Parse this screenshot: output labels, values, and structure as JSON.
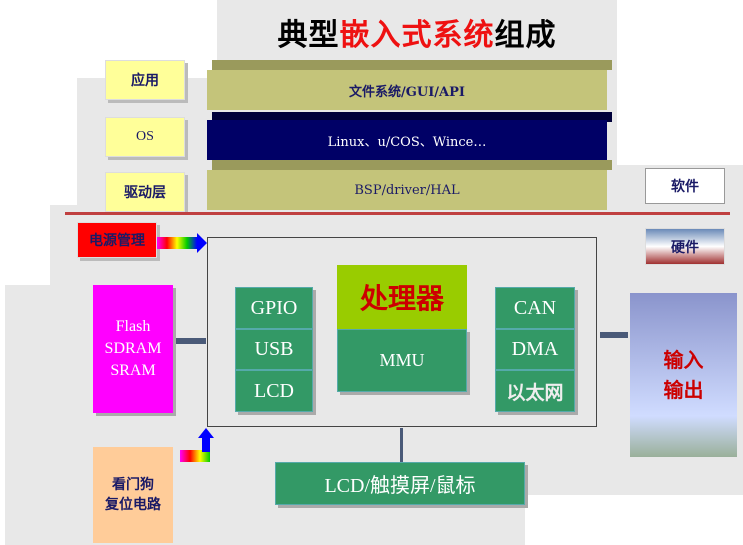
{
  "title": {
    "part1": "典型",
    "part2": "嵌入式系统",
    "part3": "组成"
  },
  "software_layers": [
    {
      "label": "应用",
      "bar": "文件系统/GUI/API"
    },
    {
      "label": "OS",
      "bar": "Linux、u/COS、Wince…"
    },
    {
      "label": "驱动层",
      "bar": "BSP/driver/HAL"
    }
  ],
  "software_tag": "软件",
  "hardware_tag": "硬件",
  "power": "电源管理",
  "memory": [
    "Flash",
    "SDRAM",
    "SRAM"
  ],
  "left_periph": [
    "GPIO",
    "USB",
    "LCD"
  ],
  "processor": "处理器",
  "mmu": "MMU",
  "right_periph": [
    "CAN",
    "DMA",
    "以太网"
  ],
  "io": [
    "输入",
    "输出"
  ],
  "watchdog": [
    "看门狗",
    "复位电路"
  ],
  "display": "LCD/触摸屏/鼠标",
  "colors": {
    "title_red": "#ee1111",
    "bar_olive": "#c4c47a",
    "bar_navy": "#000066",
    "green": "#339966",
    "processor": "#99cc00",
    "magenta": "#ff00ff",
    "peach": "#ffcc99",
    "divider": "#c04040"
  }
}
